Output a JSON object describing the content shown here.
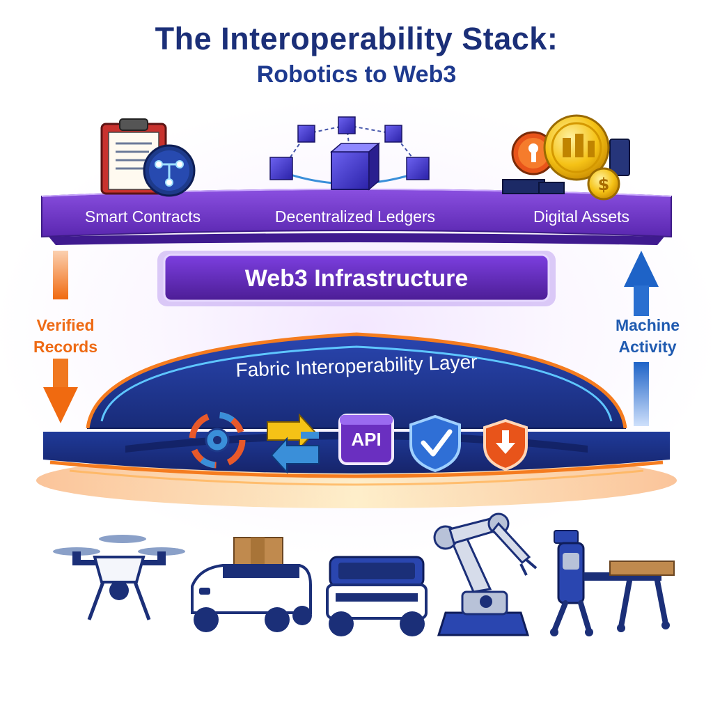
{
  "title": "The Interoperability Stack:",
  "subtitle": "Robotics to Web3",
  "web3_layer": {
    "title": "Web3 Infrastructure",
    "items": [
      {
        "label": "Smart Contracts",
        "icon": "clipboard-network-icon"
      },
      {
        "label": "Decentralized Ledgers",
        "icon": "blockchain-cubes-icon"
      },
      {
        "label": "Digital Assets",
        "icon": "gold-coins-icon"
      }
    ]
  },
  "flows": {
    "down_label": "Verified Records",
    "up_label": "Machine Activity",
    "down_color": "#ee6a14",
    "up_color": "#1f5ab0"
  },
  "fabric_layer": {
    "title": "Fabric Interoperability Layer",
    "icons": [
      "sync-gear-icon",
      "exchange-arrows-icon",
      "api-icon",
      "shield-check-icon",
      "shield-download-icon"
    ],
    "api_label": "API"
  },
  "robots": [
    "drone-icon",
    "delivery-robot-icon",
    "cargo-robot-icon",
    "robotic-arm-icon",
    "quadruped-robot-icon"
  ],
  "colors": {
    "navy": "#1b2f78",
    "purple": "#6a2fc0",
    "orange": "#f07a1a",
    "blue": "#2f6fd6"
  }
}
